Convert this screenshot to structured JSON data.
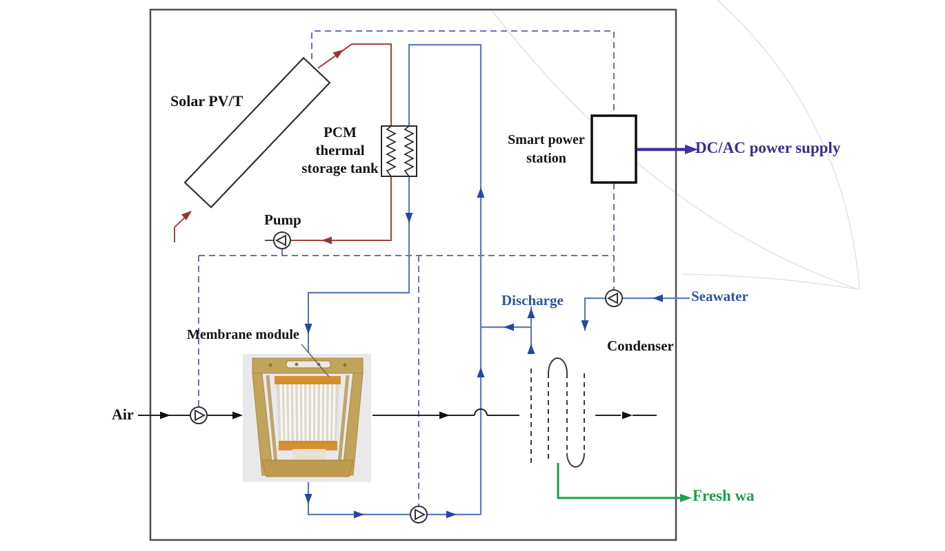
{
  "diagram": {
    "labels": {
      "solar_pvt": "Solar PV/T",
      "pcm_tank_line1": "PCM",
      "pcm_tank_line2": "thermal",
      "pcm_tank_line3": "storage tank",
      "pump": "Pump",
      "smart_power_line1": "Smart power",
      "smart_power_line2": "station",
      "dc_ac_power_supply": "DC/AC power supply",
      "discharge": "Discharge",
      "seawater": "Seawater",
      "condenser": "Condenser",
      "membrane_module": "Membrane module",
      "air": "Air",
      "fresh_water": "Fresh wa"
    },
    "colors": {
      "hot_water_loop": "#a0463e",
      "cold_water_loop": "#5b7abf",
      "electric_dashed_line": "#7a68b8",
      "dc_ac_text": "#3b2e91",
      "water_label_blue": "#2f55a4",
      "fresh_water_green": "#18a14c",
      "air_flow_black": "#222222",
      "frame_border": "#4d4d4d",
      "condenser_dashed": "#3a3a3a"
    },
    "icons": {
      "pump_icon": "circle-with-triangle",
      "pump_count": 4,
      "pcm_coil_icon": "zigzag-coils",
      "condenser_icon": "dashed-serpentine-tube"
    }
  }
}
